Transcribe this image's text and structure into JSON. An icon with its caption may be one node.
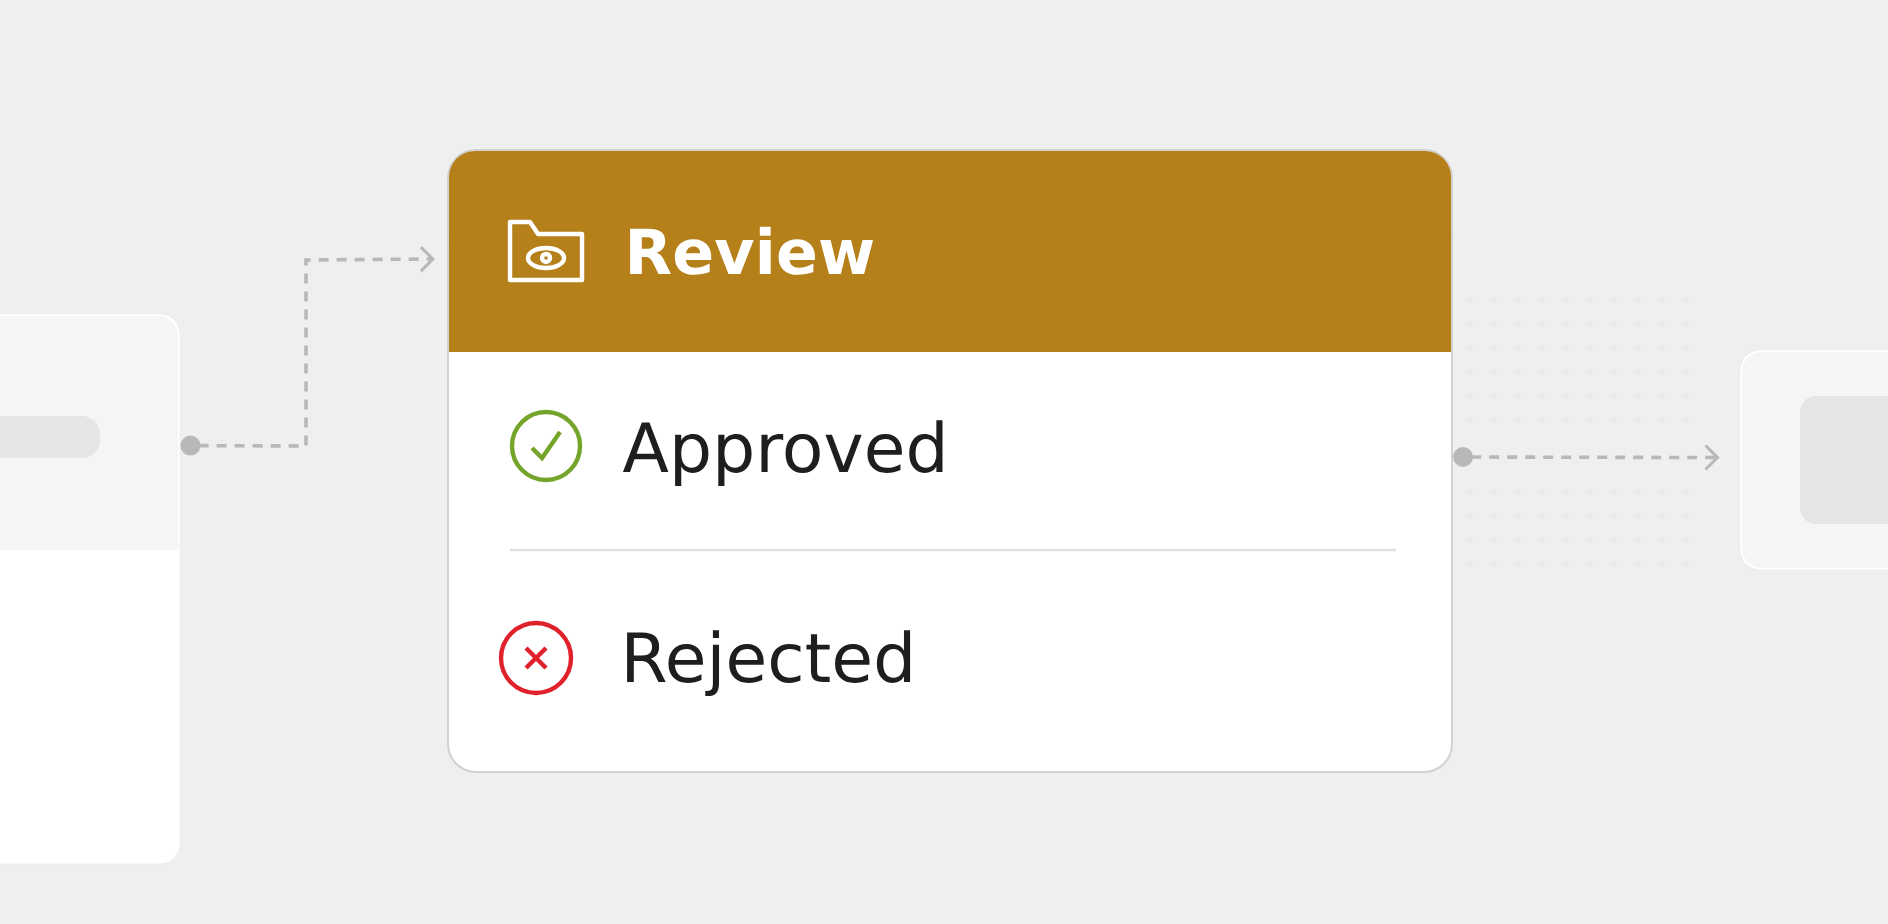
{
  "diagram": {
    "nodes": [
      {
        "text": [],
        "shape": "box"
      },
      {
        "text": [
          "Review",
          "Approved",
          "Rejected"
        ]
      },
      {
        "text": [],
        "shape": "box"
      }
    ],
    "edges": [
      {
        "from": 0,
        "to": 1,
        "arrow": "to",
        "style": "dashed"
      },
      {
        "from": 1,
        "to": 2,
        "arrow": "to",
        "style": "dashed"
      }
    ]
  }
}
